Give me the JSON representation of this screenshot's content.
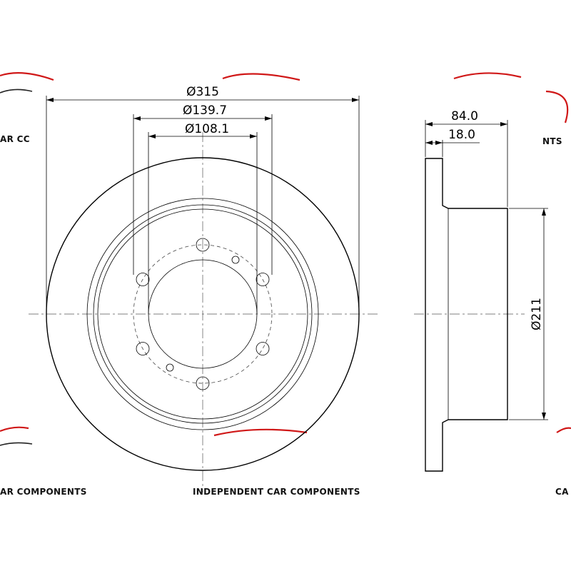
{
  "dimensions": {
    "outer_diameter": "Ø315",
    "pcd_diameter": "Ø139.7",
    "center_bore": "Ø108.1",
    "total_height": "84.0",
    "disc_thickness": "18.0",
    "hat_diameter": "Ø211"
  },
  "disc": {
    "bolt_holes": 6,
    "small_holes": 2
  },
  "watermark": {
    "text_center": "INDEPENDENT CAR COMPONENTS",
    "text_left_bottom": "AR COMPONENTS",
    "text_left_top": "AR CC",
    "text_right_top": "NTS",
    "text_right_bottom": "CA",
    "swoosh_color": "#d01818"
  }
}
